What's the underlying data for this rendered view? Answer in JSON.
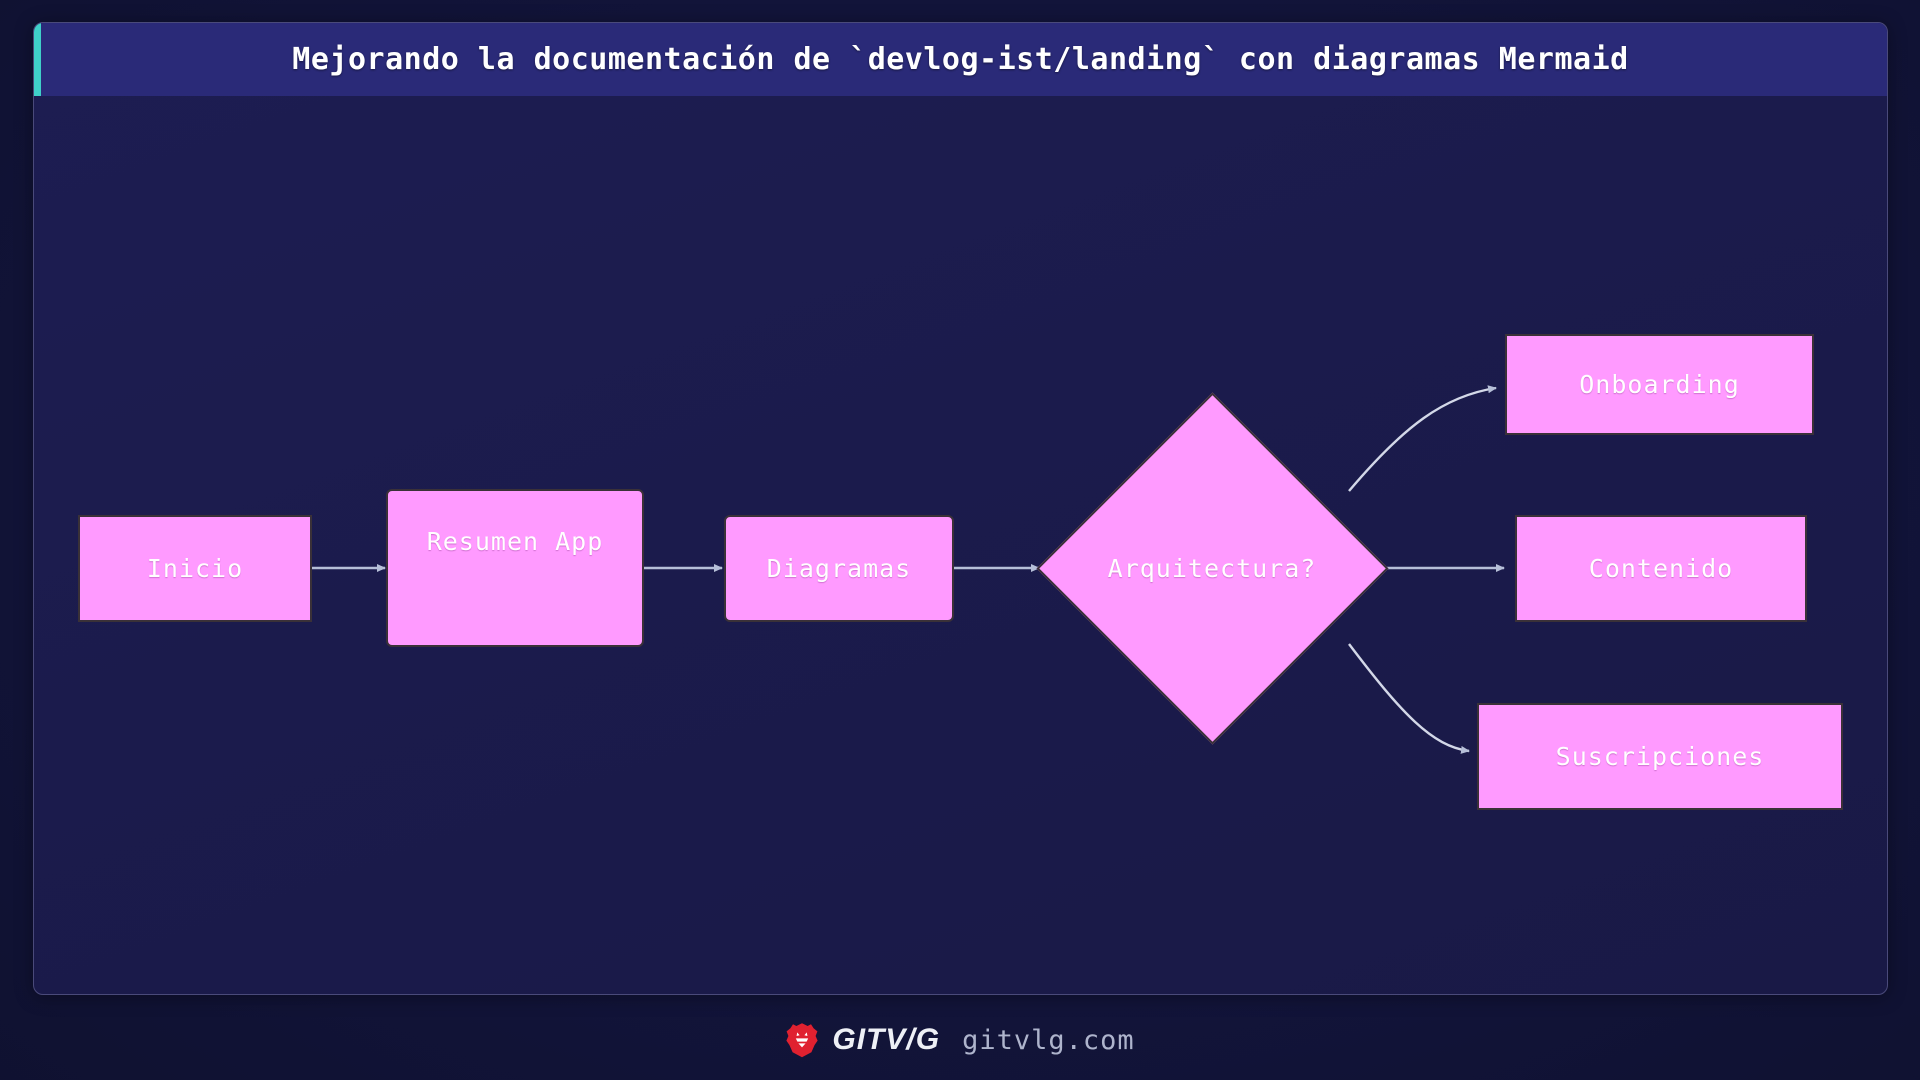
{
  "slide": {
    "title": "Mejorando la documentación de `devlog-ist/landing` con diagramas Mermaid",
    "accent_color": "#3fd0c9",
    "title_band_color": "#2a2a78",
    "card_background": "#1b1b4c",
    "page_background": "#0f1130"
  },
  "diagram": {
    "type": "flowchart",
    "direction": "left-to-right",
    "node_fill": "#ff9aff",
    "node_border": "#3a3138",
    "node_text_color": "#ffffff",
    "edge_color": "#b6bfd8",
    "nodes": [
      {
        "id": "inicio",
        "label": "Inicio",
        "shape": "rect"
      },
      {
        "id": "resumen",
        "label": "Resumen App",
        "shape": "rounded-rect"
      },
      {
        "id": "diagramas",
        "label": "Diagramas",
        "shape": "rounded-rect"
      },
      {
        "id": "arquitectura",
        "label": "Arquitectura?",
        "shape": "diamond"
      },
      {
        "id": "onboarding",
        "label": "Onboarding",
        "shape": "rect"
      },
      {
        "id": "contenido",
        "label": "Contenido",
        "shape": "rect"
      },
      {
        "id": "suscripciones",
        "label": "Suscripciones",
        "shape": "rect"
      }
    ],
    "edges": [
      {
        "from": "inicio",
        "to": "resumen",
        "style": "straight"
      },
      {
        "from": "resumen",
        "to": "diagramas",
        "style": "straight"
      },
      {
        "from": "diagramas",
        "to": "arquitectura",
        "style": "straight"
      },
      {
        "from": "arquitectura",
        "to": "onboarding",
        "style": "curved"
      },
      {
        "from": "arquitectura",
        "to": "contenido",
        "style": "straight"
      },
      {
        "from": "arquitectura",
        "to": "suscripciones",
        "style": "curved"
      }
    ]
  },
  "footer": {
    "logo_icon": "lion-icon",
    "logo_color": "#e02130",
    "brand": "GITV/G",
    "url": "gitvlg.com"
  }
}
